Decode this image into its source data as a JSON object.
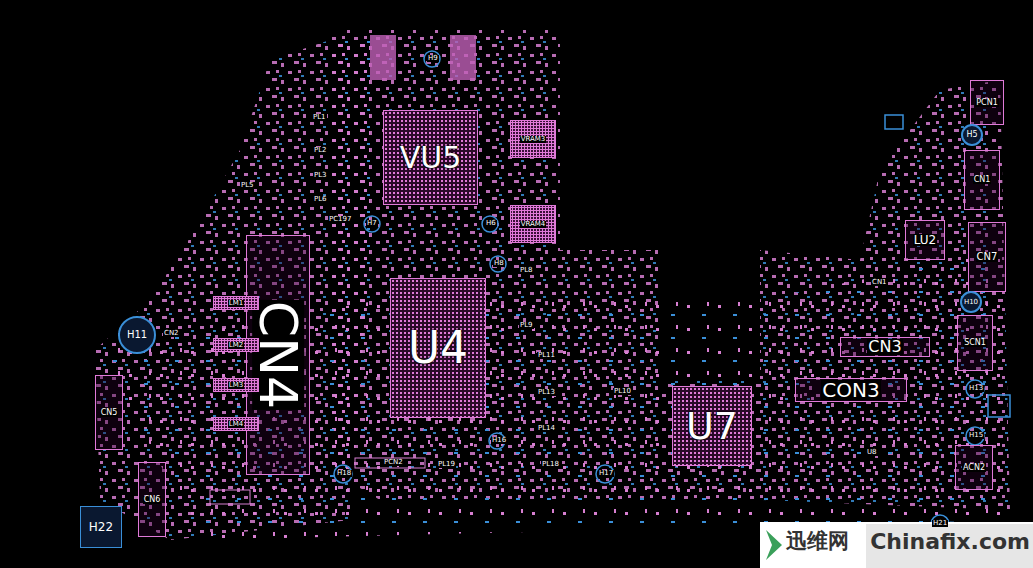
{
  "diagram": {
    "nodes": [
      {
        "text": [
          "VU5"
        ]
      },
      {
        "text": [
          "VRAM3"
        ]
      },
      {
        "text": [
          "VRAM4"
        ]
      },
      {
        "text": [
          "U4"
        ]
      },
      {
        "text": [
          "CN4"
        ]
      },
      {
        "text": [
          "U7"
        ]
      },
      {
        "text": [
          "CN3"
        ]
      },
      {
        "text": [
          "CON3"
        ]
      },
      {
        "text": [
          "PCN1"
        ]
      },
      {
        "text": [
          "CN1"
        ]
      },
      {
        "text": [
          "LU2"
        ]
      },
      {
        "text": [
          "CN7"
        ]
      },
      {
        "text": [
          "SCN1"
        ]
      },
      {
        "text": [
          "ACN2"
        ]
      },
      {
        "text": [
          "CN5"
        ]
      },
      {
        "text": [
          "CN6"
        ]
      },
      {
        "text": [
          "H11"
        ]
      },
      {
        "text": [
          "H22"
        ]
      },
      {
        "text": [
          "H5"
        ]
      },
      {
        "text": [
          "H10"
        ]
      },
      {
        "text": [
          "LM1"
        ]
      },
      {
        "text": [
          "LM2"
        ]
      },
      {
        "text": [
          "LM3"
        ]
      },
      {
        "text": [
          "LM4"
        ]
      }
    ],
    "edges": [],
    "labels": [
      "PL1",
      "PL2",
      "PL3",
      "PL5",
      "PL6",
      "PC197",
      "H7",
      "H6",
      "H9",
      "H8",
      "PL8",
      "PL9",
      "PL11",
      "PL13",
      "PL10",
      "PL14",
      "PL18",
      "PL19",
      "PCN2",
      "H18",
      "H16",
      "H17",
      "CN2",
      "H21",
      "H13",
      "H15",
      "U8",
      "CN1",
      "迅维网",
      "Chinafix.com"
    ]
  }
}
